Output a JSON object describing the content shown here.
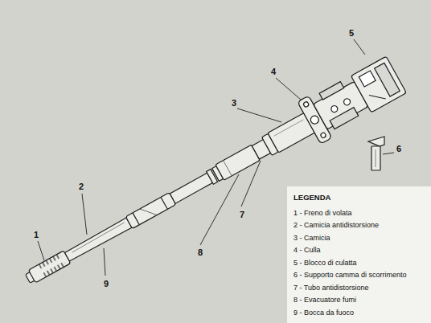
{
  "diagram": {
    "nodes": [
      {
        "text": [
          "LEGENDA",
          "1 - Freno di volata",
          "2 - Camicia antidistorsione",
          "3 - Camicia",
          "4 - Culla",
          "5 - Blocco di culatta",
          "6 - Supporto camma di scorrimento",
          "7 - Tubo antidistorsione",
          "8 - Evacuatore fumi",
          "9 - Bocca da fuoco"
        ]
      }
    ],
    "labels": [
      "1",
      "2",
      "3",
      "4",
      "5",
      "6",
      "7",
      "8",
      "9"
    ]
  }
}
